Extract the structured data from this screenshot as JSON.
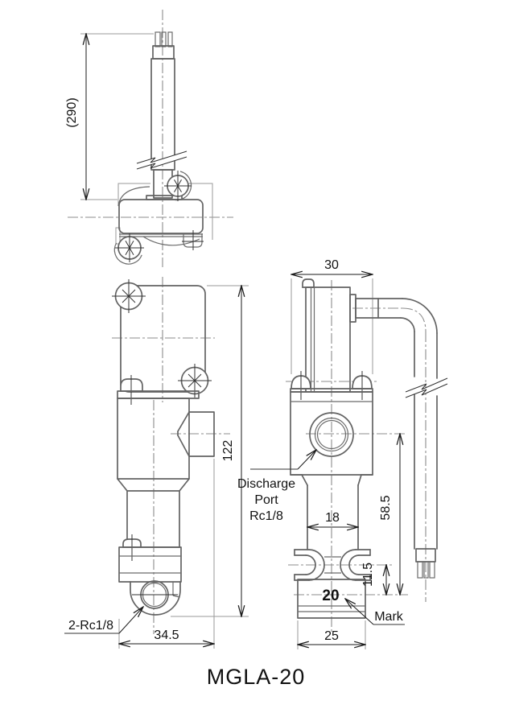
{
  "title": "MGLA-20",
  "dimensions": {
    "cable_length": "(290)",
    "body_height": "122",
    "body_span": "34.5",
    "head_width": "30",
    "port_to_base": "58.5",
    "neck_width": "18",
    "clamp_to_base": "11.5",
    "base_width": "25"
  },
  "labels": {
    "discharge_port": [
      "Discharge",
      "Port",
      "Rc1/8"
    ],
    "bottom_ports": "2-Rc1/8",
    "mark": "Mark",
    "mark_value": "20"
  }
}
